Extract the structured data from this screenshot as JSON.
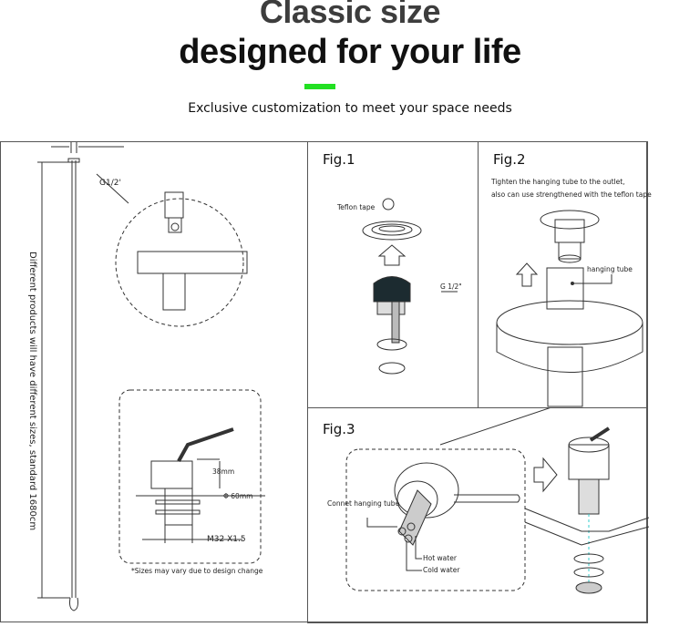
{
  "header": {
    "title_line1": "Classic size",
    "title_line2": "designed for your life",
    "accent_color": "#22e022",
    "subtitle": "Exclusive customization to meet your space needs"
  },
  "left_panel": {
    "thread_label": "G1/2'",
    "length_note": "Different products will have different sizes, standard 1680cm",
    "height_label": "38mm",
    "diameter_label": "Φ 60mm",
    "thread_size_label": "M32 X1.5",
    "footnote": "*Sizes may vary due to design change"
  },
  "fig1": {
    "title": "Fig.1",
    "teflon_label": "Teflon tape",
    "thread_label": "G 1/2\""
  },
  "fig2": {
    "title": "Fig.2",
    "instruction_line1": "Tighten the hanging tube to the outlet,",
    "instruction_line2": "also can use strengthened with the teflon tape",
    "tube_label": "hanging tube"
  },
  "fig3": {
    "title": "Fig.3",
    "connect_label": "Connet hanging tube",
    "hot_label": "Hot water",
    "cold_label": "Cold water"
  }
}
